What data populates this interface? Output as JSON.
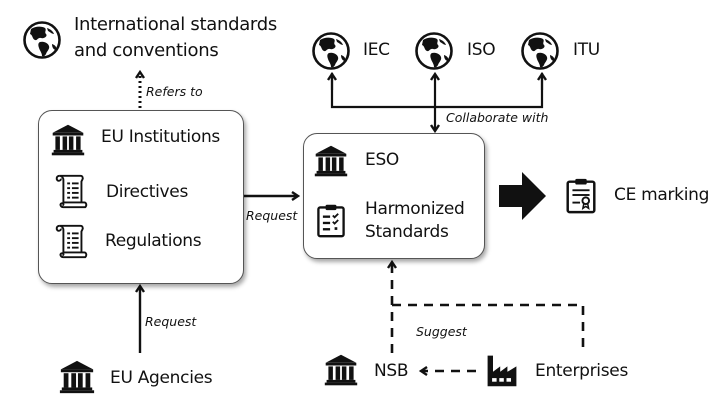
{
  "top_left": {
    "label_line1": "International standards",
    "label_line2": "and conventions",
    "icon": "globe-icon"
  },
  "refers_to": "Refers to",
  "eu_box": {
    "items": [
      {
        "label": "EU Institutions",
        "icon": "institution-icon"
      },
      {
        "label": "Directives",
        "icon": "scroll-icon"
      },
      {
        "label": "Regulations",
        "icon": "scroll-icon"
      }
    ]
  },
  "orgs": [
    {
      "label": "IEC",
      "icon": "globe-icon"
    },
    {
      "label": "ISO",
      "icon": "globe-icon"
    },
    {
      "label": "ITU",
      "icon": "globe-icon"
    }
  ],
  "collaborate_with": "Collaborate with",
  "eso_box": {
    "items": [
      {
        "label": "ESO",
        "icon": "institution-icon"
      },
      {
        "label_line1": "Harmonized",
        "label_line2": "Standards",
        "icon": "checklist-icon"
      }
    ]
  },
  "request_right": "Request",
  "request_up": "Request",
  "ce": {
    "label": "CE marking",
    "icon": "certificate-clipboard-icon"
  },
  "eu_agencies": {
    "label": "EU Agencies",
    "icon": "institution-icon"
  },
  "nsb": {
    "label": "NSB",
    "icon": "institution-icon"
  },
  "enterprises": {
    "label": "Enterprises",
    "icon": "factory-icon"
  },
  "suggest": "Suggest"
}
